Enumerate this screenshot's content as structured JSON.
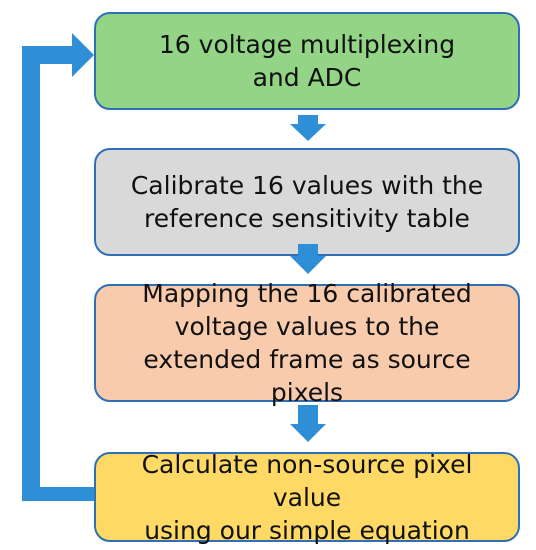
{
  "steps": [
    {
      "lines": [
        "16 voltage multiplexing",
        "and ADC"
      ],
      "color": "#93d486"
    },
    {
      "lines": [
        "Calibrate 16 values with the",
        "reference sensitivity table"
      ],
      "color": "#d9d9d9"
    },
    {
      "lines": [
        "Mapping the 16 calibrated",
        "voltage values to the",
        "extended frame as source pixels"
      ],
      "color": "#f8cbad"
    },
    {
      "lines": [
        "Calculate non-source pixel value",
        "using our simple equation"
      ],
      "color": "#ffd966"
    }
  ],
  "arrow_color": "#2e8fd6"
}
